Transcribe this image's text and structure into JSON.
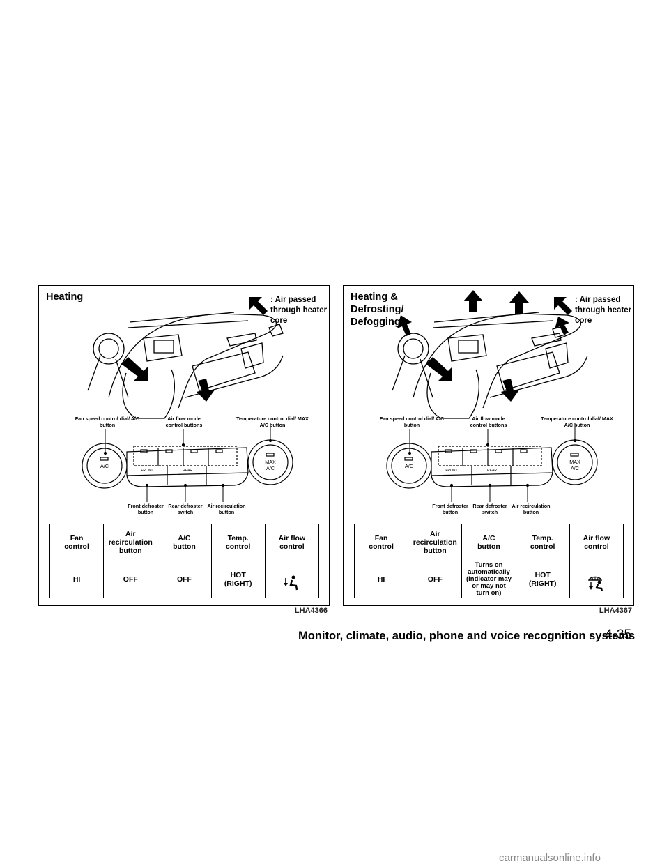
{
  "panels": [
    {
      "title": "Heating",
      "legend": ": Air passed\nthrough heater\ncore",
      "labels": {
        "fan": "Fan speed control dial/ A/C\nbutton",
        "airflow": "Air flow mode\ncontrol buttons",
        "temp": "Temperature control dial/ MAX\nA/C button",
        "front": "Front defroster\nbutton",
        "rear": "Rear defroster\nswitch",
        "recirc": "Air recirculation\nbutton"
      },
      "knob_labels": {
        "left": "A/C",
        "right": "MAX\nA/C",
        "front": "FRONT",
        "rear": "REAR"
      },
      "headers": [
        "Fan\ncontrol",
        "Air\nrecirculation\nbutton",
        "A/C\nbutton",
        "Temp.\ncontrol",
        "Air flow\ncontrol"
      ],
      "values": [
        "HI",
        "OFF",
        "OFF",
        "HOT\n(RIGHT)"
      ],
      "airflow_icon": "floor-vent-icon",
      "ref": "LHA4366"
    },
    {
      "title": "Heating &\nDefrosting/\nDefogging",
      "legend": ": Air passed\nthrough heater\ncore",
      "labels": {
        "fan": "Fan speed control dial/ A/C\nbutton",
        "airflow": "Air flow mode\ncontrol buttons",
        "temp": "Temperature control dial/ MAX\nA/C button",
        "front": "Front defroster\nbutton",
        "rear": "Rear defroster\nswitch",
        "recirc": "Air recirculation\nbutton"
      },
      "knob_labels": {
        "left": "A/C",
        "right": "MAX\nA/C",
        "front": "FRONT",
        "rear": "REAR"
      },
      "headers": [
        "Fan\ncontrol",
        "Air\nrecirculation\nbutton",
        "A/C\nbutton",
        "Temp.\ncontrol",
        "Air flow\ncontrol"
      ],
      "values": [
        "HI",
        "OFF",
        "Turns on\nautomatically\n(indicator may\nor may not\nturn on)",
        "HOT\n(RIGHT)"
      ],
      "airflow_icon": "floor-defrost-vent-icon",
      "ref": "LHA4367"
    }
  ],
  "footer": {
    "section": "Monitor, climate, audio, phone and voice recognition systems",
    "page": "4-35"
  },
  "watermark": "carmanualsonline.info"
}
